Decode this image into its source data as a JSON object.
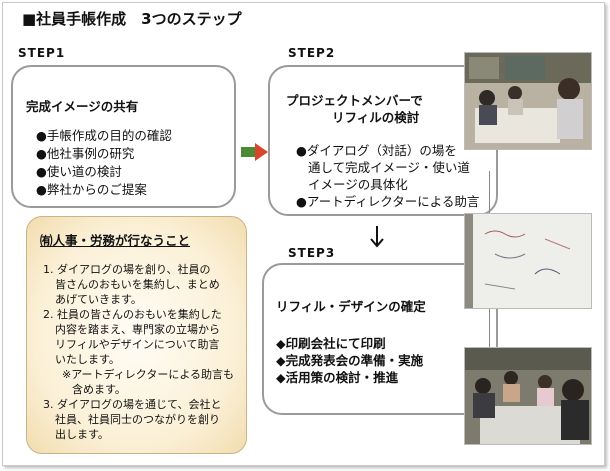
{
  "title": "■社員手帳作成　3つのステップ",
  "step1": {
    "label": "STEP1",
    "heading": "完成イメージの共有",
    "items": [
      "●手帳作成の目的の確認",
      "●他社事例の研究",
      "●使い道の検討",
      "●弊社からのご提案"
    ]
  },
  "step2": {
    "label": "STEP2",
    "heading_lines": [
      "プロジェクトメンバーで",
      "リフィルの検討"
    ],
    "lines": [
      "●ダイアログ（対話）の場を",
      "通して完成イメージ・使い道",
      "イメージの具体化",
      "●アートディレクターによる助言"
    ]
  },
  "step3": {
    "label": "STEP3",
    "heading": "リフィル・デザインの確定",
    "items": [
      "◆印刷会社にて印刷",
      "◆完成発表会の準備・実施",
      "◆活用策の検討・推進"
    ]
  },
  "note": {
    "title": "㈲人事・労務が行なうこと",
    "lines": [
      "1. ダイアログの場を創り、社員の",
      "皆さんのおもいを集約し、まとめ",
      "あげていきます。",
      "2. 社員の皆さんのおもいを集約した",
      "内容を踏まえ、専門家の立場から",
      "リフィルやデザインについて助言",
      "いたします。",
      "※アートディレクターによる助言も",
      "含めます。",
      "3. ダイアログの場を通じて、会社と",
      "社員、社員同士のつながりを創り",
      "出します。"
    ]
  },
  "colors": {
    "arrow_green": "#4e8a33",
    "arrow_red": "#d9442c",
    "box_border": "#9a9a9a",
    "note_bg": "#fbf0d6"
  },
  "photos": [
    "meeting-photo-1",
    "whiteboard-photo",
    "meeting-photo-2"
  ]
}
